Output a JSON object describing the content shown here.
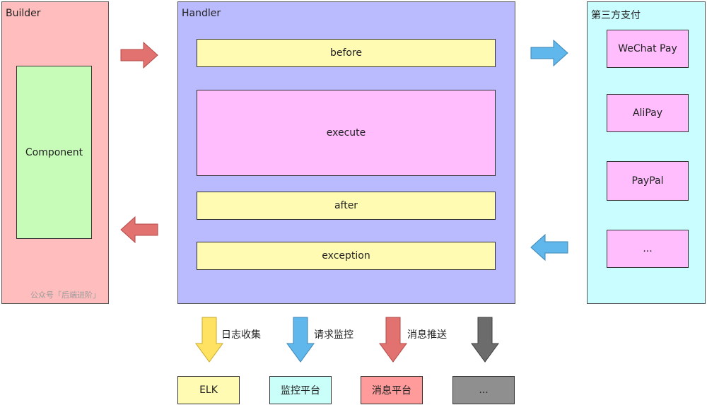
{
  "builder": {
    "title": "Builder",
    "component": "Component",
    "watermark": "公众号「后端进阶」"
  },
  "handler": {
    "title": "Handler",
    "steps": [
      "before",
      "execute",
      "after",
      "exception"
    ]
  },
  "payment": {
    "title": "第三方支付",
    "items": [
      "WeChat Pay",
      "AliPay",
      "PayPal",
      "..."
    ]
  },
  "flows": {
    "labels": [
      "日志收集",
      "请求监控",
      "消息推送"
    ],
    "targets": [
      "ELK",
      "监控平台",
      "消息平台",
      "..."
    ]
  },
  "colors": {
    "builder_bg": "#ffbdbd",
    "handler_bg": "#babaff",
    "payment_bg": "#c9fdff",
    "red_arrow": "#e2726f",
    "blue_arrow": "#60b7ec",
    "yellow_arrow": "#ffe261",
    "gray_arrow": "#6c6c6c"
  }
}
